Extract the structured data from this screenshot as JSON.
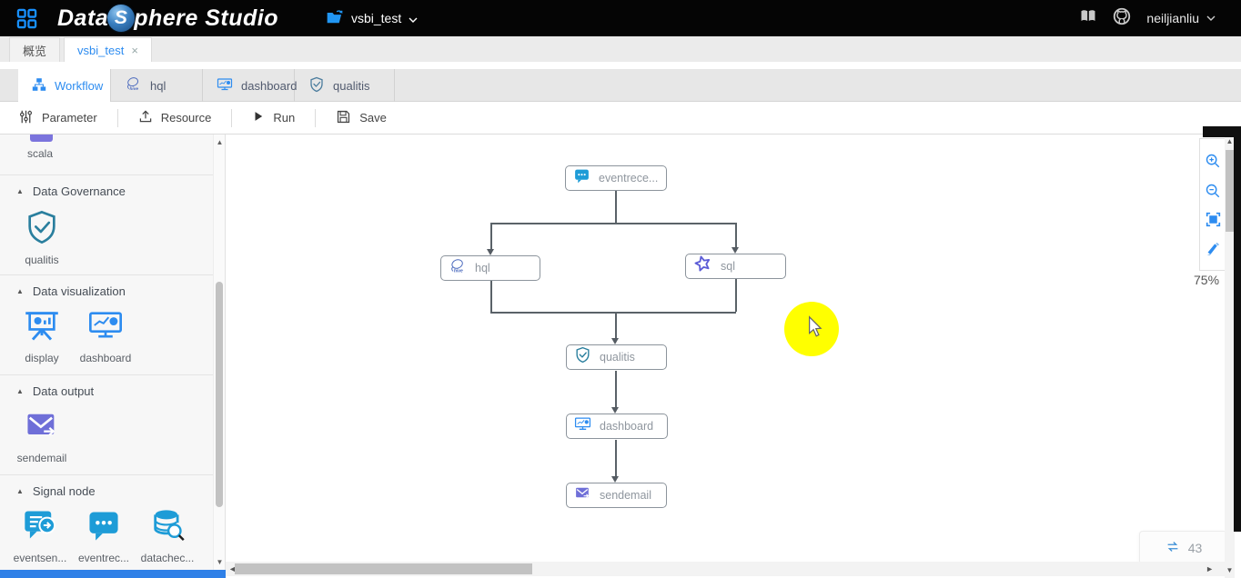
{
  "header": {
    "logo_part1": "Data",
    "logo_sphere": "S",
    "logo_part2": "phere Studio",
    "project_name": "vsbi_test",
    "username": "neiljianliu"
  },
  "tabs_row1": {
    "overview_label": "概览",
    "workspace_label": "vsbi_test",
    "close_glyph": "×"
  },
  "workflow_tabs": [
    {
      "label": "Workflow",
      "icon": "workflow-icon",
      "active": true,
      "dirty": true
    },
    {
      "label": "hql",
      "icon": "hive-icon"
    },
    {
      "label": "dashboard",
      "icon": "monitor-chart-icon"
    },
    {
      "label": "qualitis",
      "icon": "shield-check-icon"
    }
  ],
  "toolbar": {
    "parameter_label": "Parameter",
    "resource_label": "Resource",
    "run_label": "Run",
    "save_label": "Save"
  },
  "sidebar": {
    "partial_item_label": "scala",
    "sections": [
      {
        "title": "Data Governance",
        "items": [
          {
            "label": "qualitis",
            "icon": "shield-check-icon"
          }
        ]
      },
      {
        "title": "Data visualization",
        "items": [
          {
            "label": "display",
            "icon": "display-chart-icon"
          },
          {
            "label": "dashboard",
            "icon": "monitor-chart-icon"
          }
        ]
      },
      {
        "title": "Data output",
        "items": [
          {
            "label": "sendemail",
            "icon": "mail-send-icon"
          }
        ]
      },
      {
        "title": "Signal node",
        "items": [
          {
            "label": "eventsen...",
            "icon": "event-sender-icon"
          },
          {
            "label": "eventrec...",
            "icon": "event-receiver-icon"
          },
          {
            "label": "datachec...",
            "icon": "datacheck-icon"
          }
        ]
      }
    ]
  },
  "canvas": {
    "nodes": [
      {
        "label": "eventrece...",
        "icon": "event-receiver-icon"
      },
      {
        "label": "hql",
        "icon": "hive-icon"
      },
      {
        "label": "sql",
        "icon": "spark-star-icon"
      },
      {
        "label": "qualitis",
        "icon": "shield-check-icon"
      },
      {
        "label": "dashboard",
        "icon": "monitor-chart-icon"
      },
      {
        "label": "sendemail",
        "icon": "mail-send-icon"
      }
    ],
    "zoom_level": "75%",
    "counter_badge": "43"
  },
  "colors": {
    "accent_blue": "#2d8cf0",
    "node_icon_blue": "#1e9cd7",
    "qualitis_teal": "#2a7f9e",
    "sendemail_purple": "#6f6fd8",
    "spark_purple": "#5b5bd6",
    "highlight_yellow": "#ffff00"
  }
}
